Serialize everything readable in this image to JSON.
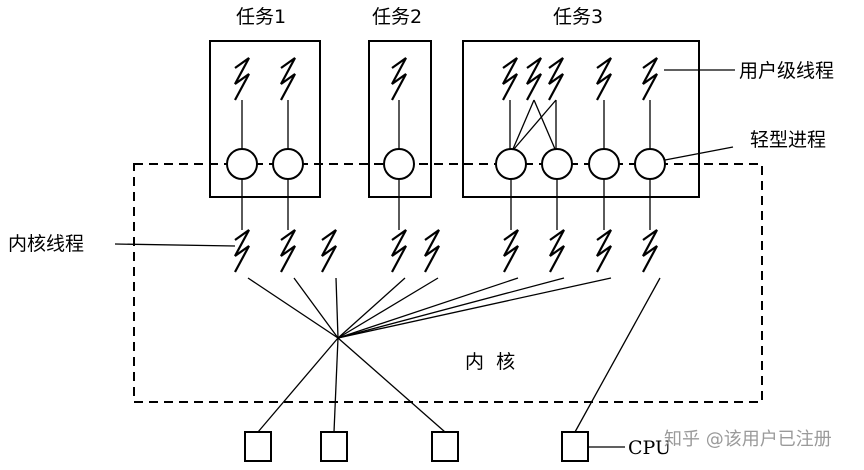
{
  "tasks": [
    {
      "label": "任务1"
    },
    {
      "label": "任务2"
    },
    {
      "label": "任务3"
    }
  ],
  "legend": {
    "user_thread": "用户级线程",
    "lwp": "轻型进程",
    "kernel_thread": "内核线程",
    "kernel": "内  核",
    "cpu": "CPU"
  },
  "watermark": "知乎 @该用户已注册"
}
